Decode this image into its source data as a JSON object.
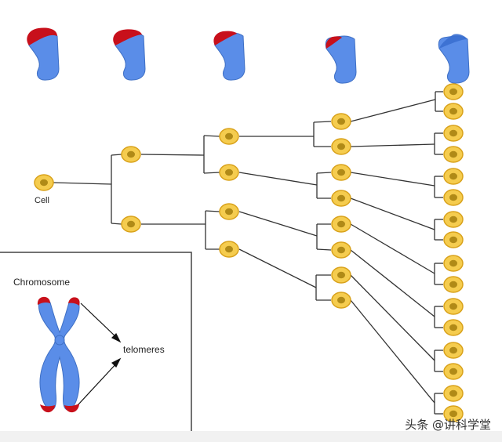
{
  "labels": {
    "cell": "Cell",
    "chromosome": "Chromosome",
    "telomeres": "telomeres"
  },
  "watermark": "头条 @讲科学堂",
  "colors": {
    "cell_fill": "#f2c744",
    "cell_ring": "#d9a21b",
    "cell_nucleus": "#a98418",
    "chromosome_blue": "#5a8de8",
    "telomere_red": "#c8101b",
    "line": "#333333",
    "box_border": "#444444"
  },
  "diagram": {
    "generations": [
      1,
      2,
      4,
      8,
      16
    ],
    "telomere_cap_levels": [
      1.0,
      0.8,
      0.6,
      0.4,
      0.0
    ]
  }
}
